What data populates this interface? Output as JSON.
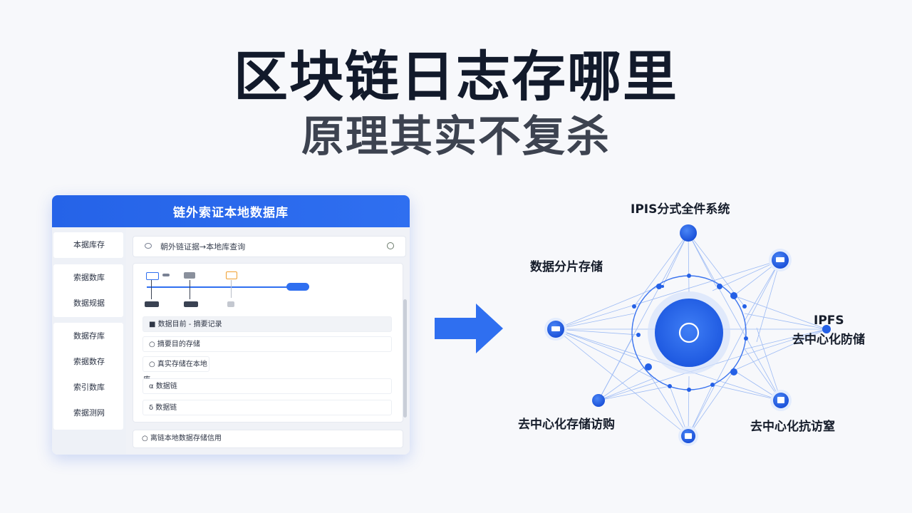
{
  "title": {
    "main": "区块链日志存哪里",
    "sub": "原理其实不复杀"
  },
  "db_card": {
    "header": "链外索证本地数据库",
    "search_text": "朝外链证据→本地库查询",
    "sidebar_items": [
      "本据库存",
      "索据数库",
      "数据规据",
      "数据存库",
      "索据数存",
      "索引数库",
      "索据测网"
    ],
    "rows": [
      "■ 数据目前 - 摘要记录",
      "○ 摘要目的存储",
      "○ 真实存储在本地库",
      "α 数据链",
      "δ 数据链"
    ],
    "footer": "○ 离链本地数据存储信用"
  },
  "network": {
    "labels": {
      "top": "IPIS分式全件系统",
      "upper_left": "数据分片存储",
      "right_title": "IPFS",
      "right": "去中心化防储",
      "lower_left": "去中心化存储访购",
      "lower_right": "去中心化抗访窒"
    }
  },
  "colors": {
    "brand_blue": "#2f6ff0",
    "header_blue": "#2563e8",
    "node_blue": "#1e5ee6",
    "title": "#121a2b"
  },
  "icons": {
    "arrow": "right-arrow-icon",
    "center_node": "hub-ring-icon",
    "outer_nodes": "server-node-icon"
  }
}
